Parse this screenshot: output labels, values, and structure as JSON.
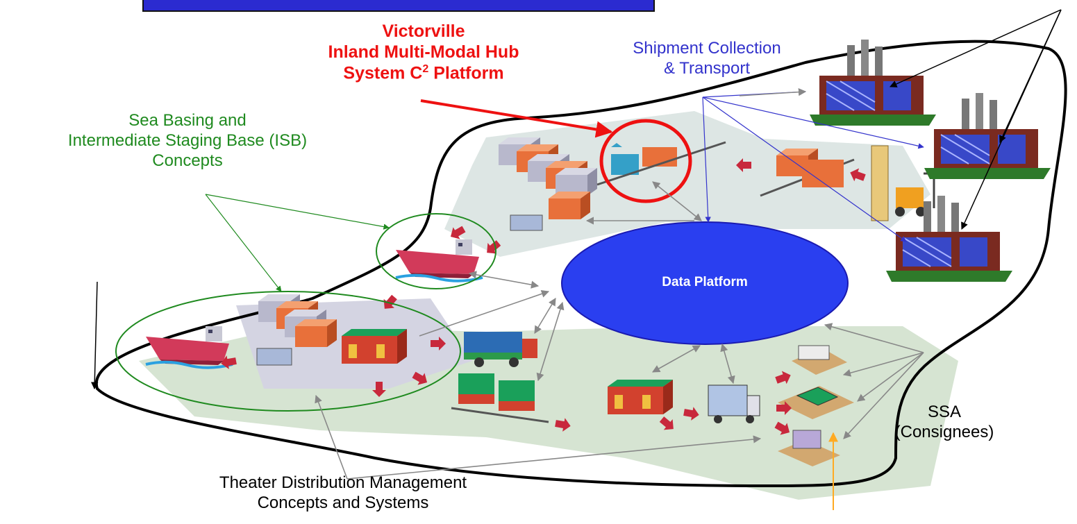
{
  "labels": {
    "hub_line1": "Victorville",
    "hub_line2": "Inland Multi-Modal Hub",
    "hub_line3_pre": "System C",
    "hub_line3_sup": "2",
    "hub_line3_post": " Platform",
    "shipment_line1": "Shipment Collection",
    "shipment_line2": "& Transport",
    "sea_line1": "Sea Basing and",
    "sea_line2": "Intermediate Staging Base (ISB)",
    "sea_line3": "Concepts",
    "data_platform": "Data Platform",
    "ssa_line1": "SSA",
    "ssa_line2": "(Consignees)",
    "theater_line1": "Theater Distribution Management",
    "theater_line2": "Concepts and Systems"
  },
  "colors": {
    "hub_red": "#ee1111",
    "link_blue": "#3333cc",
    "concept_green": "#1f8a1f",
    "platform_fill": "#2a3ff0",
    "title_bar": "#2b2bd0",
    "ground": "#dce6d8",
    "container": "#e8703a"
  }
}
